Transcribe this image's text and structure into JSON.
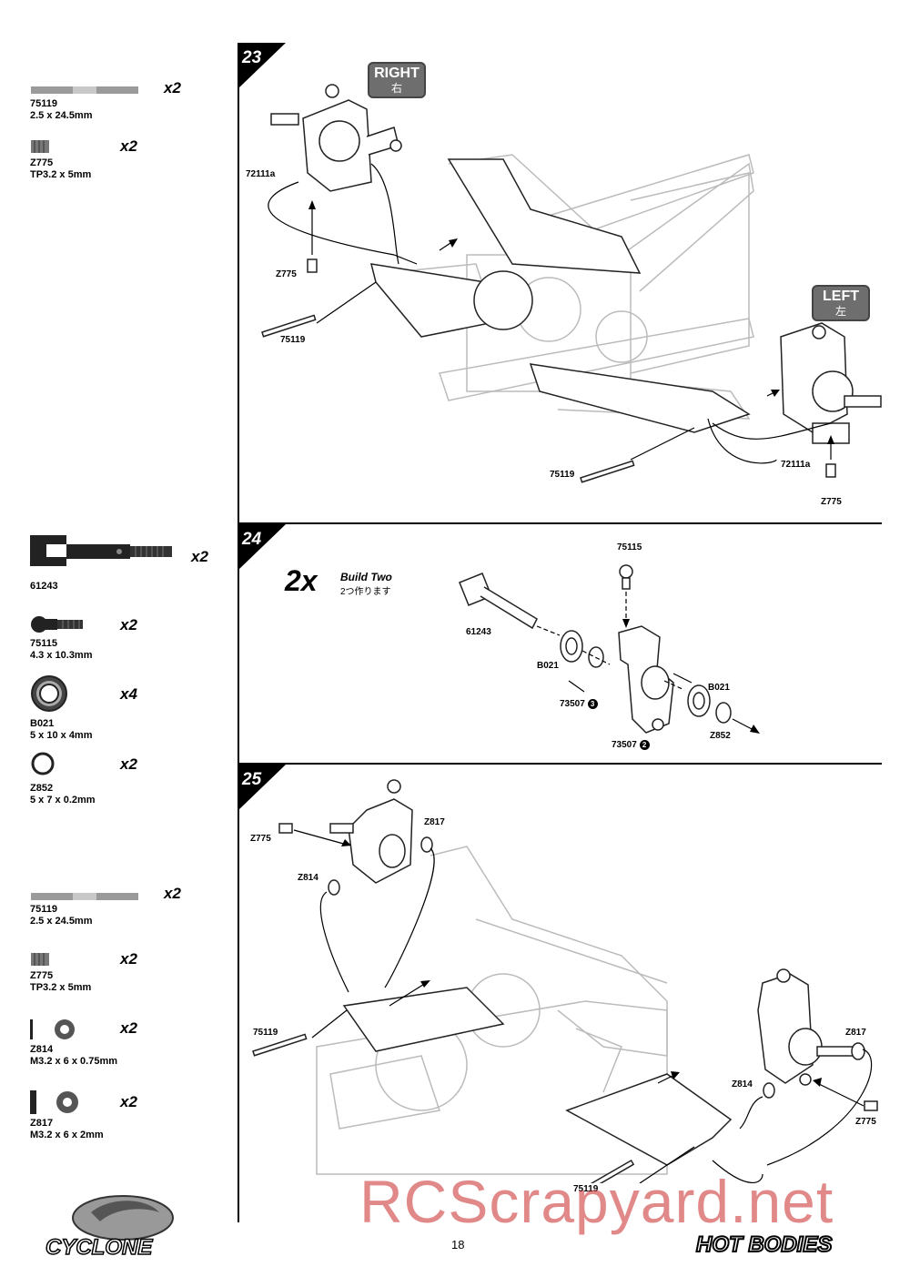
{
  "page_number": "18",
  "sidebar": {
    "groups": [
      {
        "step": "23",
        "parts": [
          {
            "code": "75119",
            "size": "2.5 x 24.5mm",
            "qty": "x2"
          },
          {
            "code": "Z775",
            "size": "TP3.2 x 5mm",
            "qty": "x2"
          }
        ]
      },
      {
        "step": "24",
        "parts": [
          {
            "code": "61243",
            "size": "",
            "qty": "x2"
          },
          {
            "code": "75115",
            "size": "4.3 x 10.3mm",
            "qty": "x2"
          },
          {
            "code": "B021",
            "size": "5 x 10 x 4mm",
            "qty": "x4"
          },
          {
            "code": "Z852",
            "size": "5 x 7 x 0.2mm",
            "qty": "x2"
          }
        ]
      },
      {
        "step": "25",
        "parts": [
          {
            "code": "75119",
            "size": "2.5 x 24.5mm",
            "qty": "x2"
          },
          {
            "code": "Z775",
            "size": "TP3.2 x 5mm",
            "qty": "x2"
          },
          {
            "code": "Z814",
            "size": "M3.2 x 6 x 0.75mm",
            "qty": "x2"
          },
          {
            "code": "Z817",
            "size": "M3.2 x 6 x 2mm",
            "qty": "x2"
          }
        ]
      }
    ]
  },
  "steps": {
    "s23": {
      "number": "23",
      "right_badge": {
        "en": "RIGHT",
        "jp": "右"
      },
      "left_badge": {
        "en": "LEFT",
        "jp": "左"
      },
      "labels": {
        "a": "72111a",
        "b": "Z775",
        "c": "75119",
        "d": "75119",
        "e": "72111a",
        "f": "Z775"
      }
    },
    "s24": {
      "number": "24",
      "multiplier": "2x",
      "build_en": "Build Two",
      "build_jp": "2つ作ります",
      "labels": {
        "a": "75115",
        "b": "61243",
        "c": "B021",
        "d": "73507",
        "d_num": "3",
        "e": "B021",
        "f": "Z852",
        "g": "73507",
        "g_num": "2"
      }
    },
    "s25": {
      "number": "25",
      "labels": {
        "a": "Z775",
        "b": "Z817",
        "c": "Z814",
        "d": "75119",
        "e": "Z817",
        "f": "Z814",
        "g": "Z775",
        "h": "75119"
      }
    }
  },
  "logos": {
    "left": "CYCLONE",
    "right": "HOT BODIES"
  },
  "watermark": "RCScrapyard.net"
}
